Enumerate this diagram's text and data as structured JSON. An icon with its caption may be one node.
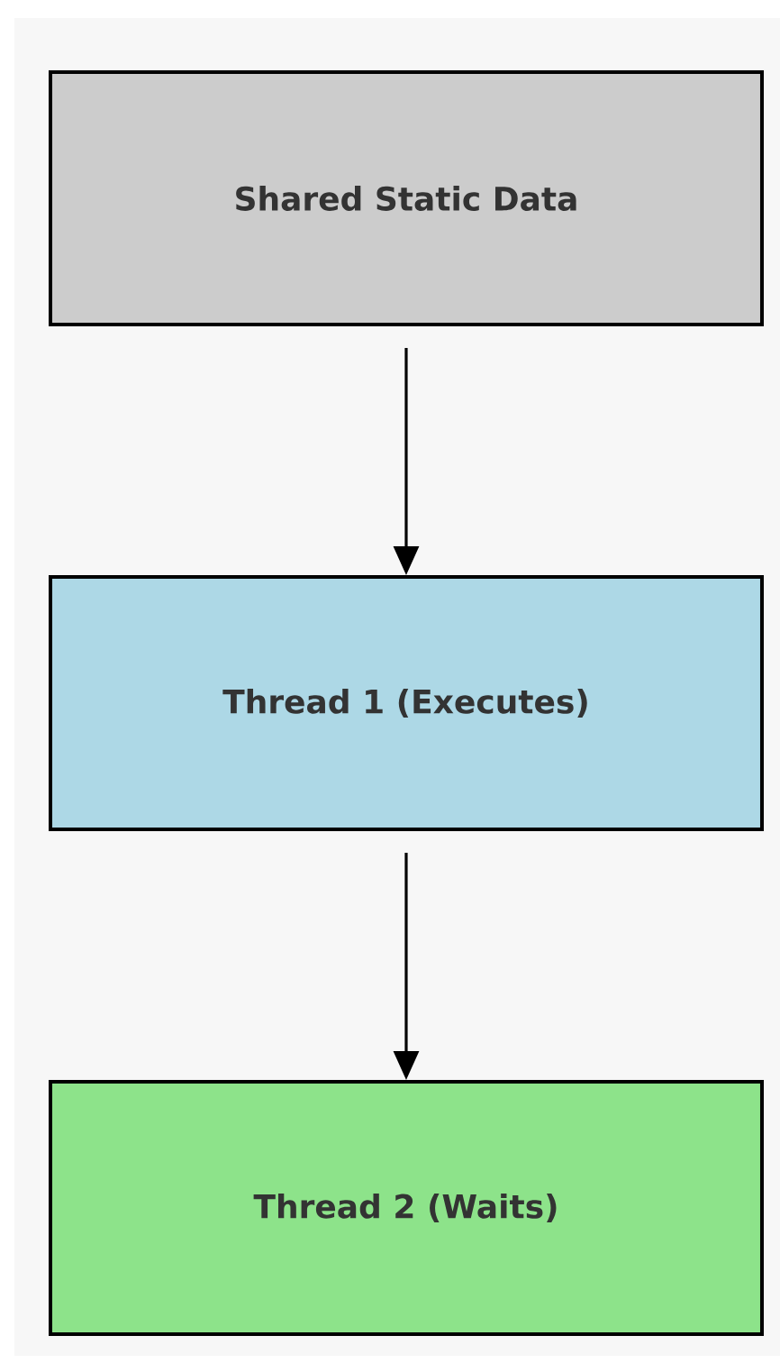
{
  "diagram": {
    "nodes": [
      {
        "text": [
          "Shared Static Data"
        ]
      },
      {
        "text": [
          "Thread 1 (Executes)"
        ]
      },
      {
        "text": [
          "Thread 2 (Waits)"
        ]
      }
    ],
    "edges": [
      {
        "from": 0,
        "to": 1,
        "arrow": "to"
      },
      {
        "from": 1,
        "to": 2,
        "arrow": "to"
      }
    ]
  }
}
